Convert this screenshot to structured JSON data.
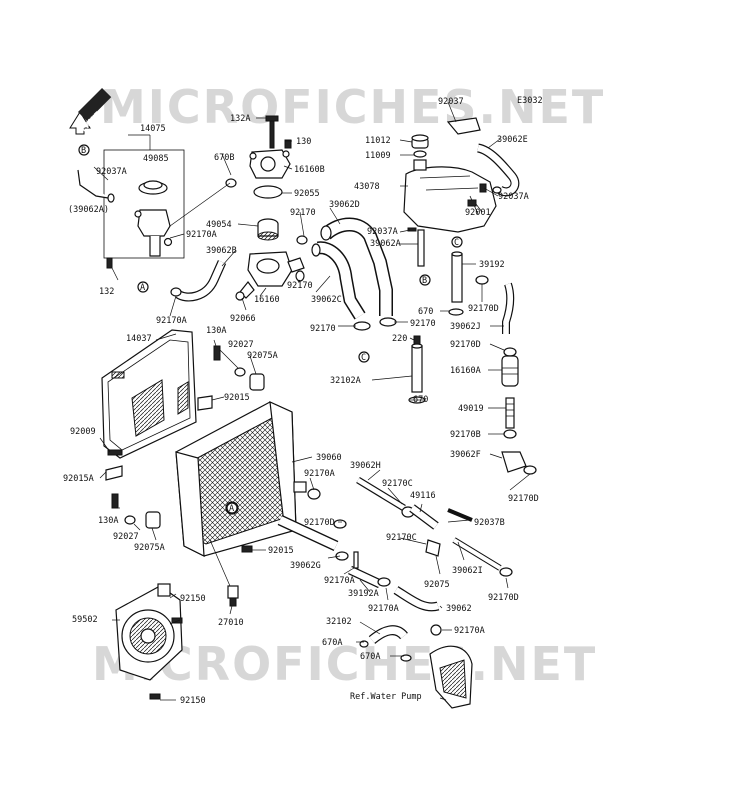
{
  "watermark": {
    "top": "MICROFICHES.NET",
    "bottom": "MICROFICHES.NET"
  },
  "diagram_code": "E3032",
  "front_label": "FRONT",
  "ref_label": "Ref.Water Pump",
  "callouts": {
    "A": "A",
    "B": "B",
    "C": "C"
  },
  "parts": {
    "p132a": "132A",
    "p130": "130",
    "p16160b": "16160B",
    "p92055": "92055",
    "p14075": "14075",
    "p49085": "49085",
    "p670b": "670B",
    "p92037a_l": "92037A",
    "p39062a": "(39062A)",
    "p92170a_l": "92170A",
    "p132": "132",
    "p49054": "49054",
    "p92170_a": "92170",
    "p39062b": "39062B",
    "p16160": "16160",
    "p92170_b": "92170",
    "p92170a_l2": "92170A",
    "p92066": "92066",
    "p39062d": "39062D",
    "p39062c": "39062C",
    "p92170_c": "92170",
    "p92170_d": "92170",
    "p92037": "92037",
    "p39062e": "39062E",
    "p11012": "11012",
    "p11009": "11009",
    "p43078": "43078",
    "p92037a_r": "92037A",
    "p92001": "92001",
    "p92037a_m": "92037A",
    "p39062a_m": "39062A",
    "p39192": "39192",
    "p92170d_a": "92170D",
    "p670": "670",
    "p39062j": "39062J",
    "p220": "220",
    "p92170d_b": "92170D",
    "p16160a": "16160A",
    "p32102a": "32102A",
    "p670_b": "670",
    "p49019": "49019",
    "p92170b": "92170B",
    "p39062f": "39062F",
    "p92170d_c": "92170D",
    "p14037": "14037",
    "p130a": "130A",
    "p92027": "92027",
    "p92075a": "92075A",
    "p92015": "92015",
    "p92009": "92009",
    "p92015a": "92015A",
    "p39060": "39060",
    "p92170a_r": "92170A",
    "p39062h": "39062H",
    "p92170c": "92170C",
    "p49116": "49116",
    "p92037b": "92037B",
    "p130a_b": "130A",
    "p92027_b": "92027",
    "p92075a_b": "92075A",
    "p92170d_d": "92170D",
    "p92015_b": "92015",
    "p39062g": "39062G",
    "p92170c_b": "92170C",
    "p39062i": "39062I",
    "p92170a_m": "92170A",
    "p39192a": "39192A",
    "p92075": "92075",
    "p92170d_e": "92170D",
    "p27010": "27010",
    "p92170a_b": "92170A",
    "p39062": "39062",
    "p59502": "59502",
    "p92150": "92150",
    "p32102": "32102",
    "p92170a_c": "92170A",
    "p670a": "670A",
    "p670a_b": "670A",
    "p92150_b": "92150"
  }
}
